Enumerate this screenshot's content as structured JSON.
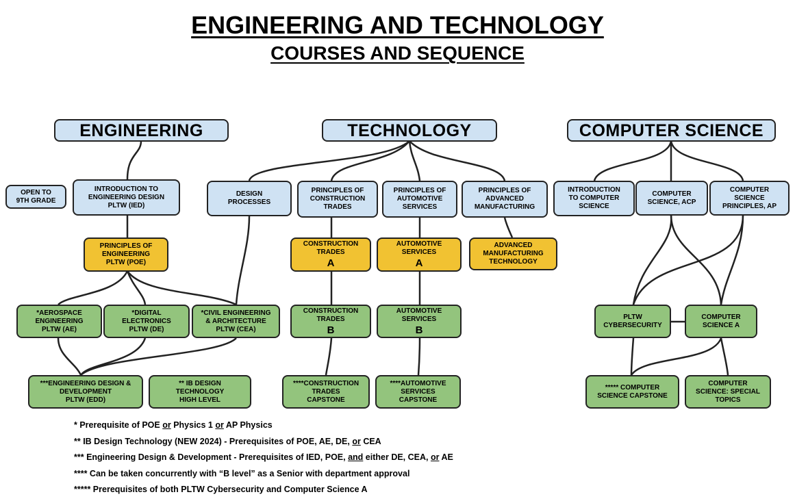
{
  "title": "ENGINEERING AND TECHNOLOGY",
  "subtitle": "COURSES AND SEQUENCE",
  "headers": {
    "engineering": "ENGINEERING",
    "technology": "TECHNOLOGY",
    "computer_science": "COMPUTER SCIENCE"
  },
  "nodes": {
    "open_9th": [
      "OPEN TO",
      "9TH GRADE"
    ],
    "ied": [
      "INTRODUCTION TO",
      "ENGINEERING DESIGN",
      "PLTW (IED)"
    ],
    "design_processes": [
      "DESIGN",
      "PROCESSES"
    ],
    "poct": [
      "PRINCIPLES OF",
      "CONSTRUCTION",
      "TRADES"
    ],
    "poas": [
      "PRINCIPLES OF",
      "AUTOMOTIVE",
      "SERVICES"
    ],
    "poam": [
      "PRINCIPLES OF",
      "ADVANCED",
      "MANUFACTURING"
    ],
    "intro_cs": [
      "INTRODUCTION",
      "TO COMPUTER",
      "SCIENCE"
    ],
    "cs_acp": [
      "COMPUTER",
      "SCIENCE, ACP"
    ],
    "csp_ap": [
      "COMPUTER",
      "SCIENCE",
      "PRINCIPLES, AP"
    ],
    "poe": [
      "PRINCIPLES OF",
      "ENGINEERING",
      "PLTW (POE)"
    ],
    "ct_a": [
      "CONSTRUCTION",
      "TRADES"
    ],
    "ct_a_level": "A",
    "as_a": [
      "AUTOMOTIVE",
      "SERVICES"
    ],
    "as_a_level": "A",
    "amt": [
      "ADVANCED",
      "MANUFACTURING",
      "TECHNOLOGY"
    ],
    "ae": [
      "*AEROSPACE",
      "ENGINEERING",
      "PLTW (AE)"
    ],
    "de": [
      "*DIGITAL",
      "ELECTRONICS",
      "PLTW (DE)"
    ],
    "cea": [
      "*CIVIL ENGINEERING",
      "& ARCHITECTURE",
      "PLTW (CEA)"
    ],
    "ct_b": [
      "CONSTRUCTION",
      "TRADES"
    ],
    "ct_b_level": "B",
    "as_b": [
      "AUTOMOTIVE",
      "SERVICES"
    ],
    "as_b_level": "B",
    "cyber": [
      "PLTW",
      "CYBERSECURITY"
    ],
    "csa": [
      "COMPUTER",
      "SCIENCE A"
    ],
    "edd": [
      "***ENGINEERING DESIGN &",
      "DEVELOPMENT",
      "PLTW (EDD)"
    ],
    "ib": [
      "** IB DESIGN",
      "TECHNOLOGY",
      "HIGH LEVEL"
    ],
    "ct_cap": [
      "****CONSTRUCTION",
      "TRADES",
      "CAPSTONE"
    ],
    "as_cap": [
      "****AUTOMOTIVE",
      "SERVICES",
      "CAPSTONE"
    ],
    "cs_cap": [
      "***** COMPUTER",
      "SCIENCE  CAPSTONE"
    ],
    "cs_special": [
      "COMPUTER",
      "SCIENCE: SPECIAL",
      "TOPICS"
    ]
  },
  "notes": {
    "n1": {
      "a": "* Prerequisite of POE ",
      "or1": "or",
      "b": " Physics 1 ",
      "or2": "or",
      "c": " AP Physics"
    },
    "n2": {
      "a": "** IB Design Technology (NEW 2024) - Prerequisites of POE, AE, DE, ",
      "or": "or",
      "b": " CEA"
    },
    "n3": {
      "a": "*** Engineering Design & Development - Prerequisites of IED, POE, ",
      "and": "and",
      "b": " either DE, CEA, ",
      "or": "or",
      "c": " AE"
    },
    "n4": "**** Can be taken concurrently with “B level” as a Senior with department approval",
    "n5": "***** Prerequisites of both PLTW Cybersecurity and Computer Science A"
  },
  "colors": {
    "header_fill": "#cfe2f3",
    "intro_fill": "#cfe2f3",
    "level_a_fill": "#f1c232",
    "advanced_fill": "#93c47d",
    "line": "#222222"
  }
}
